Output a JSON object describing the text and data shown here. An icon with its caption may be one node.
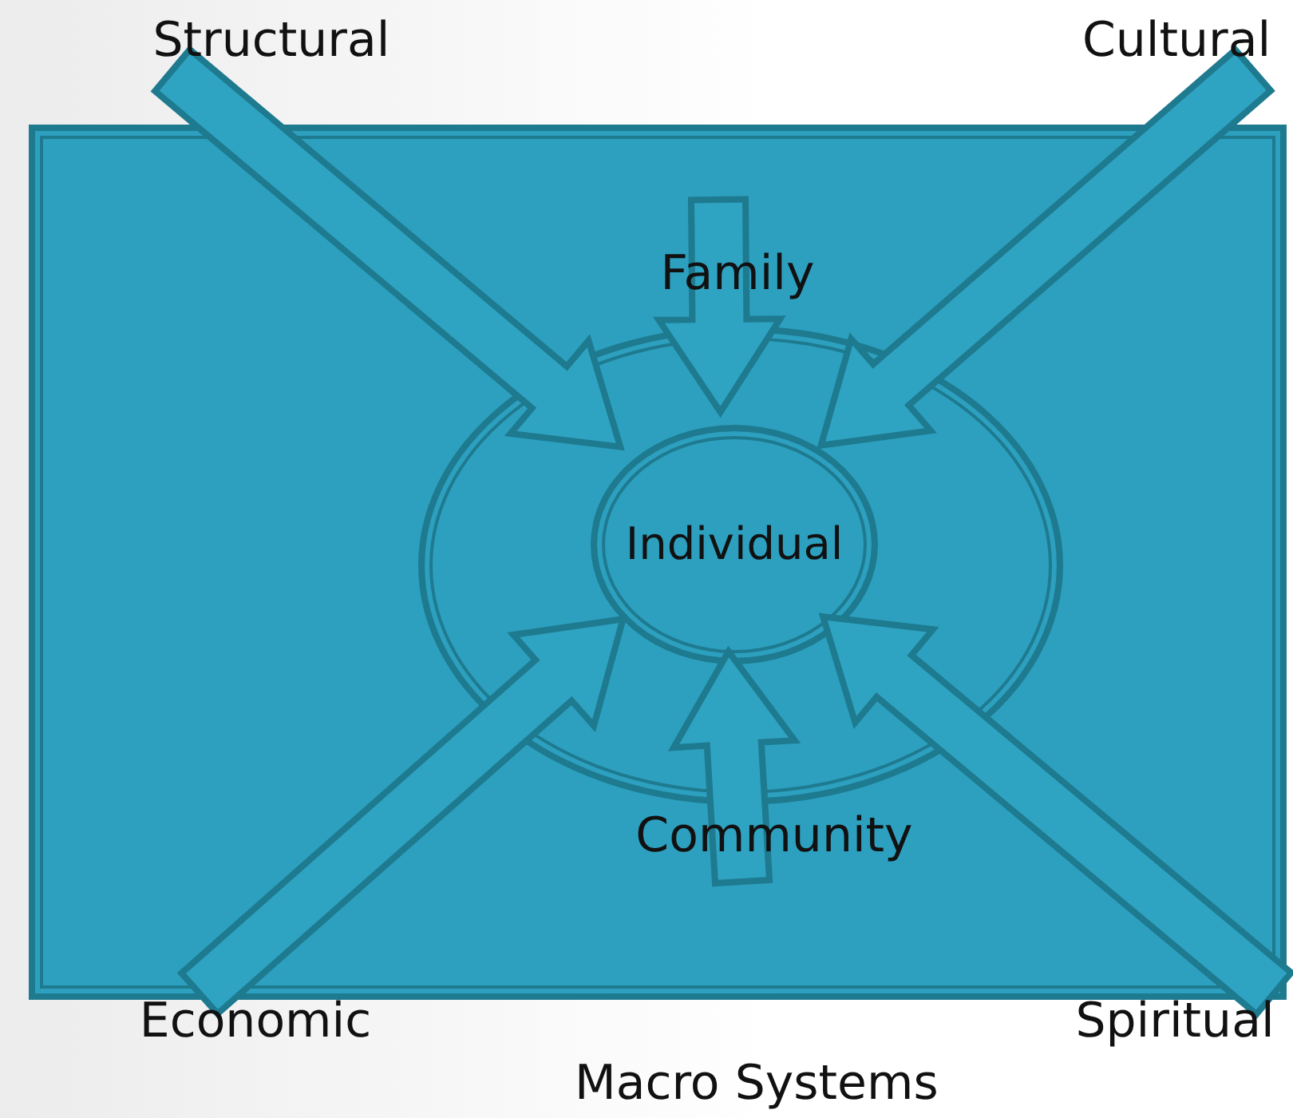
{
  "diagram": {
    "nodes": [
      {
        "text": [
          "Macro Systems"
        ]
      },
      {
        "text": [],
        "shape": "ellipse",
        "in": 0
      },
      {
        "text": [
          "Individual"
        ],
        "in": 1
      },
      {
        "text": [
          "Structural"
        ]
      },
      {
        "text": [
          "Cultural"
        ]
      },
      {
        "text": [
          "Economic"
        ]
      },
      {
        "text": [
          "Spiritual"
        ]
      }
    ],
    "edges": [
      {
        "from": 3,
        "to": 2,
        "arrow": "to"
      },
      {
        "from": null,
        "to": 2,
        "arrow": "to",
        "label": "Family"
      },
      {
        "from": 4,
        "to": 2,
        "arrow": "to"
      },
      {
        "from": 5,
        "to": 2,
        "arrow": "to"
      },
      {
        "from": null,
        "to": 2,
        "arrow": "to",
        "label": "Community"
      },
      {
        "from": 6,
        "to": 2,
        "arrow": "to"
      }
    ]
  }
}
